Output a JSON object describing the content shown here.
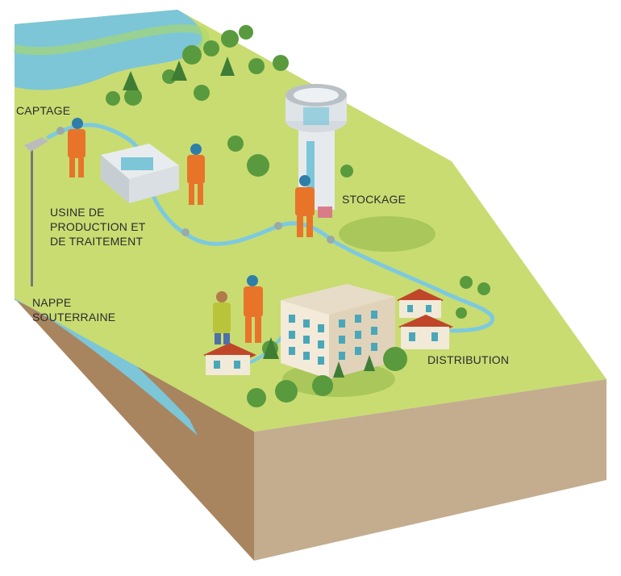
{
  "labels": {
    "captage": "CAPTAGE",
    "usine": "USINE DE\nPRODUCTION ET\nDE TRAITEMENT",
    "stockage": "STOCKAGE",
    "nappe": "NAPPE\nSOUTERRAINE",
    "distribution": "DISTRIBUTION"
  },
  "colors": {
    "grass": "#c9dc72",
    "grass_dark": "#a9c75a",
    "water": "#7cc6d8",
    "soil_front": "#c3ad8e",
    "soil_left": "#a8855f",
    "pipe": "#7cc9e0",
    "worker": "#e8742a",
    "tree": "#5a9a3e",
    "roof": "#c0462a"
  }
}
